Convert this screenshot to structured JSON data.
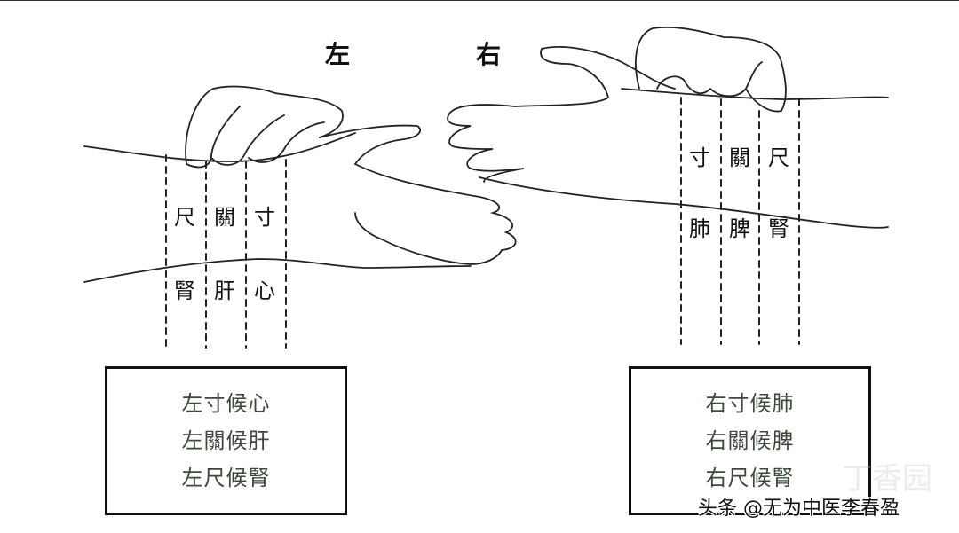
{
  "titles": {
    "left": "左",
    "right": "右"
  },
  "left_hand": {
    "positions": [
      "尺",
      "關",
      "寸"
    ],
    "organs": [
      "腎",
      "肝",
      "心"
    ]
  },
  "right_hand": {
    "positions": [
      "寸",
      "關",
      "尺"
    ],
    "organs": [
      "肺",
      "脾",
      "腎"
    ]
  },
  "left_box": [
    "左寸候心",
    "左關候肝",
    "左尺候腎"
  ],
  "right_box": [
    "右寸候肺",
    "右關候脾",
    "右尺候腎"
  ],
  "watermark": "丁香园",
  "credit": "头条 @无为中医李春盈"
}
